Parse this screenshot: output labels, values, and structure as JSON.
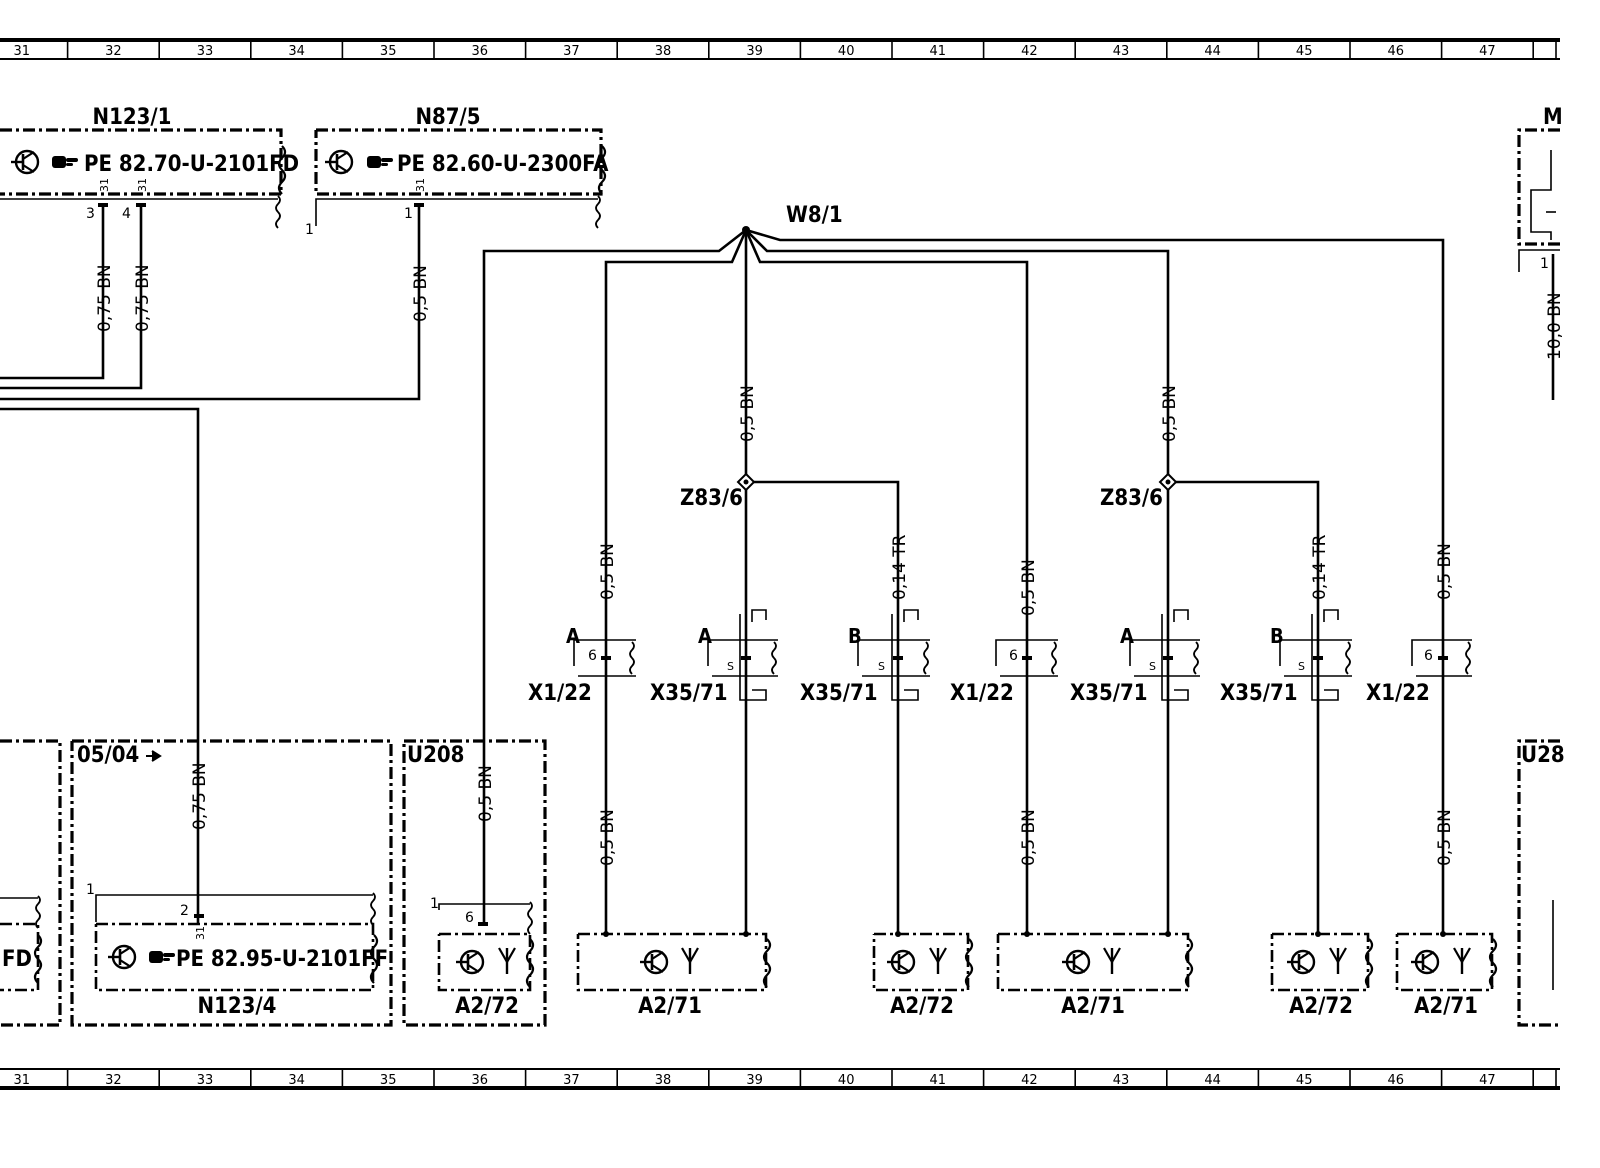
{
  "ruler": {
    "cells": [
      "31",
      "32",
      "33",
      "34",
      "35",
      "36",
      "37",
      "38",
      "39",
      "40",
      "41",
      "42",
      "43",
      "44",
      "45",
      "46",
      "47"
    ]
  },
  "components": {
    "n123_1": {
      "label": "N123/1",
      "ref": "PE 82.70-U-2101FD",
      "pins": [
        "3",
        "4"
      ],
      "pin_sub": "31"
    },
    "n87_5": {
      "label": "N87/5",
      "ref": "PE 82.60-U-2300FA",
      "pin": "1",
      "pin_sub": "31",
      "corner": "1"
    },
    "n123_4": {
      "label": "N123/4",
      "ref": "PE 82.95-U-2101FF",
      "pin": "2",
      "pin_sub": "31",
      "corner": "1",
      "note": "05/04"
    },
    "u208": {
      "label": "U208",
      "pin": "6",
      "corner": "1"
    },
    "left_box": {
      "ref_tail": "FD"
    },
    "right_edge": {
      "top_label": "M",
      "bottom_label": "U28",
      "pin": "1",
      "wire": "10,0 BN"
    }
  },
  "splice": {
    "w8_1": "W8/1",
    "z83_6": "Z83/6"
  },
  "connectors": {
    "x1_22": "X1/22",
    "x35_71": "X35/71",
    "pin_6": "6",
    "pin_s": "S",
    "pin_a": "A",
    "pin_b": "B"
  },
  "antennas": {
    "a2_71": "A2/71",
    "a2_72": "A2/72"
  },
  "wires": {
    "w075": "0,75 BN",
    "w05": "0,5 BN",
    "w014": "0,14 TR"
  },
  "icons": [
    "transistor-icon",
    "hand-pointer-icon",
    "antenna-icon",
    "splice-diamond-icon",
    "break-squiggle-icon"
  ]
}
